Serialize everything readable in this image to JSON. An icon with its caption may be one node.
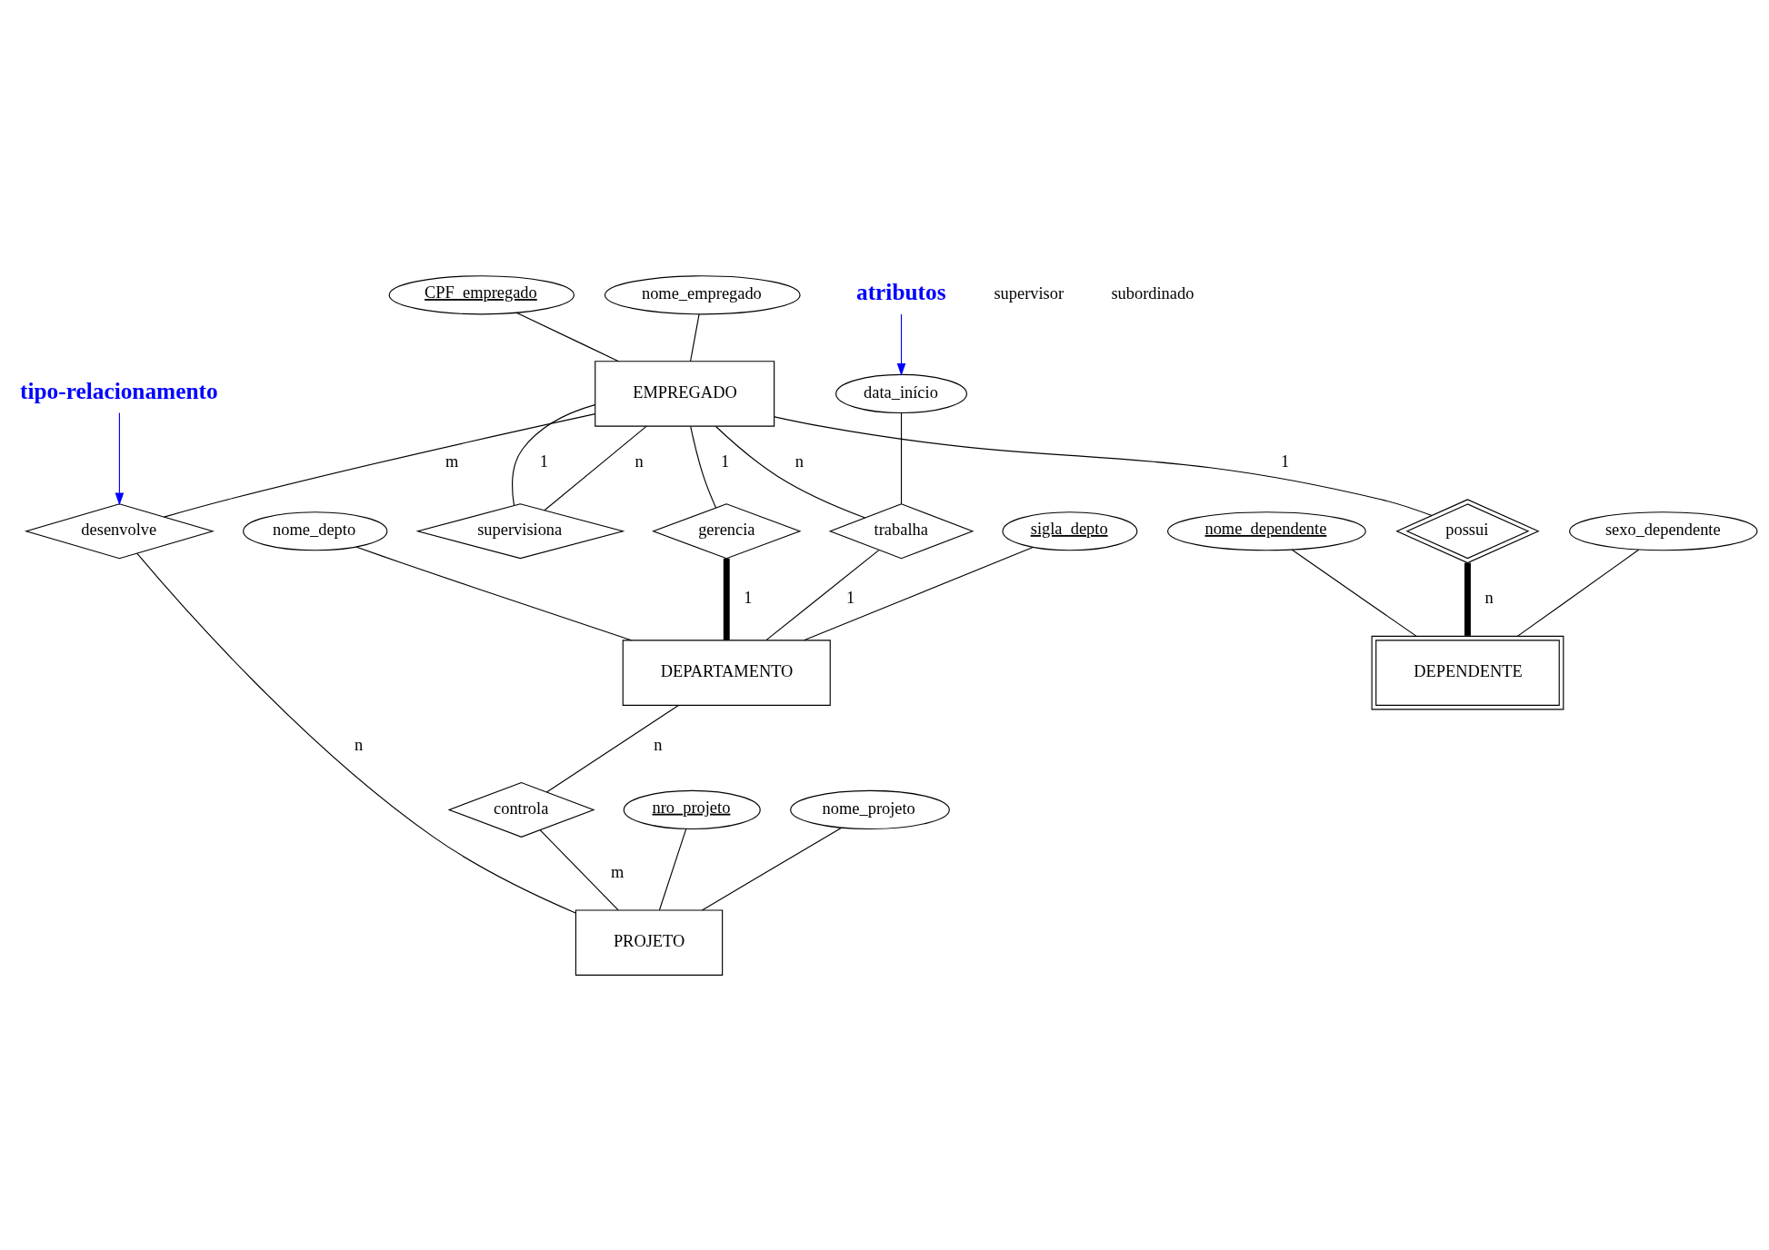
{
  "diagram": {
    "nodes": [
      {
        "text": [
          "CPF_empregado"
        ]
      },
      {
        "text": [
          "nome_empregado"
        ]
      },
      {
        "text": [
          "EMPREGADO"
        ]
      },
      {
        "text": [
          "gerencia"
        ]
      },
      {
        "text": [
          "DEPARTAMENTO"
        ]
      },
      {
        "text": [
          "sigla_depto"
        ]
      },
      {
        "text": [
          "nome_depto"
        ]
      },
      {
        "text": [
          "trabalha"
        ]
      },
      {
        "text": [
          "data_início"
        ]
      },
      {
        "text": [
          "supervisiona"
        ]
      },
      {
        "text": [
          "possui"
        ]
      },
      {
        "text": [
          "desenvolve"
        ]
      },
      {
        "text": [
          "controla"
        ]
      },
      {
        "text": [
          "DEPENDENTE"
        ]
      },
      {
        "text": [
          "PROJETO"
        ]
      },
      {
        "text": [
          "nome_dependente"
        ]
      },
      {
        "text": [
          "sexo_dependente"
        ]
      },
      {
        "text": [
          "nro_projeto"
        ]
      },
      {
        "text": [
          "nome_projeto"
        ]
      },
      {
        "text": [
          "atributos"
        ]
      },
      {
        "text": [
          "tipo-relacionamento"
        ]
      }
    ],
    "edges": [
      {
        "from": 0,
        "to": 2,
        "arrow": "none"
      },
      {
        "from": 1,
        "to": 2,
        "arrow": "none"
      },
      {
        "from": 2,
        "to": 3,
        "arrow": "none",
        "label": "1"
      },
      {
        "from": 3,
        "to": 4,
        "arrow": "none",
        "label": "1",
        "style": "thick"
      },
      {
        "from": 5,
        "to": 4,
        "arrow": "none"
      },
      {
        "from": 6,
        "to": 4,
        "arrow": "none"
      },
      {
        "from": 2,
        "to": 7,
        "arrow": "none",
        "label": "n"
      },
      {
        "from": 7,
        "to": 4,
        "arrow": "none",
        "label": "1"
      },
      {
        "from": 8,
        "to": 7,
        "arrow": "none"
      },
      {
        "from": 2,
        "to": 9,
        "arrow": "none",
        "label": "1"
      },
      {
        "from": 2,
        "to": 9,
        "arrow": "none",
        "label": "n"
      },
      {
        "from": 2,
        "to": 10,
        "arrow": "none",
        "label": "1"
      },
      {
        "from": 10,
        "to": 13,
        "arrow": "none",
        "label": "n",
        "style": "thick"
      },
      {
        "from": 2,
        "to": 11,
        "arrow": "none",
        "label": "m"
      },
      {
        "from": 11,
        "to": 14,
        "arrow": "none",
        "label": "n"
      },
      {
        "from": 4,
        "to": 12,
        "arrow": "none",
        "label": "n"
      },
      {
        "from": 12,
        "to": 14,
        "arrow": "none",
        "label": "m"
      },
      {
        "from": 15,
        "to": 13,
        "arrow": "none"
      },
      {
        "from": 16,
        "to": 13,
        "arrow": "none"
      },
      {
        "from": 17,
        "to": 14,
        "arrow": "none"
      },
      {
        "from": 18,
        "to": 14,
        "arrow": "none"
      },
      {
        "from": 19,
        "to": 8,
        "arrow": "to",
        "color": "#0000ff"
      },
      {
        "from": 20,
        "to": 11,
        "arrow": "to",
        "color": "#0000ff"
      }
    ],
    "labels": [
      "supervisor",
      "subordinado"
    ]
  }
}
